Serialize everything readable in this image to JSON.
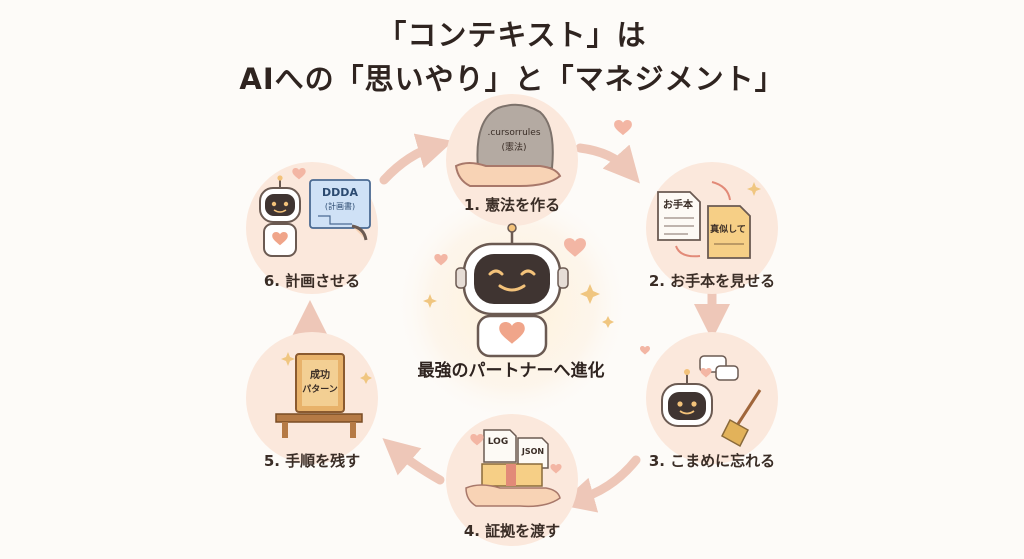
{
  "title": {
    "line1": "「コンテキスト」は",
    "line2": "AIへの「思いやり」と「マネジメント」"
  },
  "center": {
    "label": "最強のパートナーへ進化"
  },
  "steps": [
    {
      "label": "1. 憲法を作る",
      "stone_line1": ".cursorrules",
      "stone_line2": "(憲法)"
    },
    {
      "label": "2. お手本を見せる",
      "doc1": "お手本",
      "doc2": "真似して"
    },
    {
      "label": "3. こまめに忘れる"
    },
    {
      "label": "4. 証拠を渡す",
      "doc1": "LOG",
      "doc2": "JSON"
    },
    {
      "label": "5. 手順を残す",
      "book": [
        "成功",
        "パターン"
      ]
    },
    {
      "label": "6. 計画させる",
      "plan_line1": "DDDA",
      "plan_line2": "(計画書)"
    }
  ],
  "colors": {
    "circle": "#fbe8dc",
    "arrow": "#eec7b8",
    "heart": "#f0a58a",
    "robot_face": "#3f3431",
    "robot_eye": "#f3c27a"
  }
}
